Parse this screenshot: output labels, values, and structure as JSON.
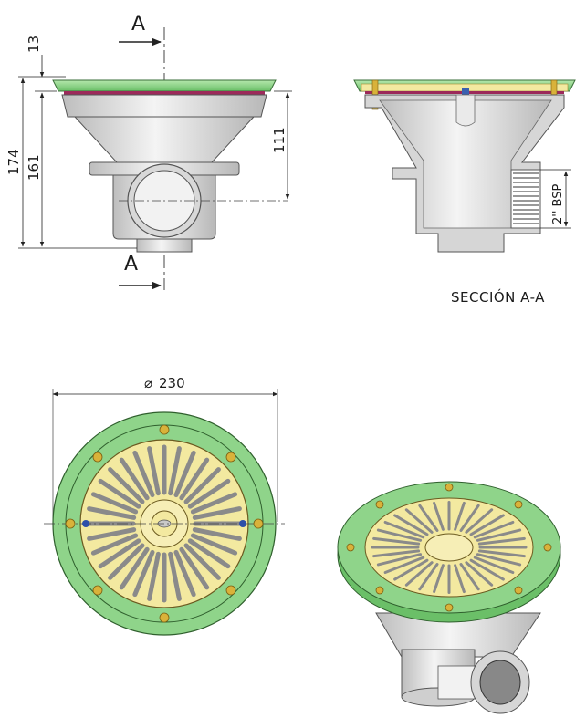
{
  "section_markers": {
    "top": "A",
    "bottom": "A"
  },
  "dimensions": {
    "flange_thickness": "13",
    "overall_height": "174",
    "body_height": "161",
    "outlet_height": "111",
    "diameter": "230",
    "thread": "2'' BSP"
  },
  "section_title": "SECCIÓN A-A",
  "colors": {
    "flange_green": "#8fd48a",
    "grate_yellow": "#f3e9a0",
    "body_grey": "#e2e2e2",
    "screw_gold": "#d9b23a",
    "dim_line": "#222222"
  }
}
